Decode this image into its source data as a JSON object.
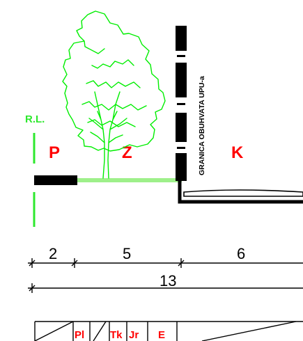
{
  "regulation_line_label": "R.L.",
  "border_label": "GRANICA OBUHVATA UPU-a",
  "zones": {
    "left": "P",
    "middle": "Z",
    "right": "K"
  },
  "dimensions": {
    "segments": [
      "2",
      "5",
      "6"
    ],
    "total": "13"
  },
  "legend": {
    "items": [
      "Pl",
      "Tk",
      "Jr",
      "E"
    ]
  },
  "colors": {
    "zone_letters": "#ff0000",
    "regulation_line": "#2ee82e",
    "tree": "#00ee00",
    "green_strip": "#9ef08a",
    "lines": "#000000"
  },
  "icons": {
    "tree": "deciduous-tree-outline"
  }
}
